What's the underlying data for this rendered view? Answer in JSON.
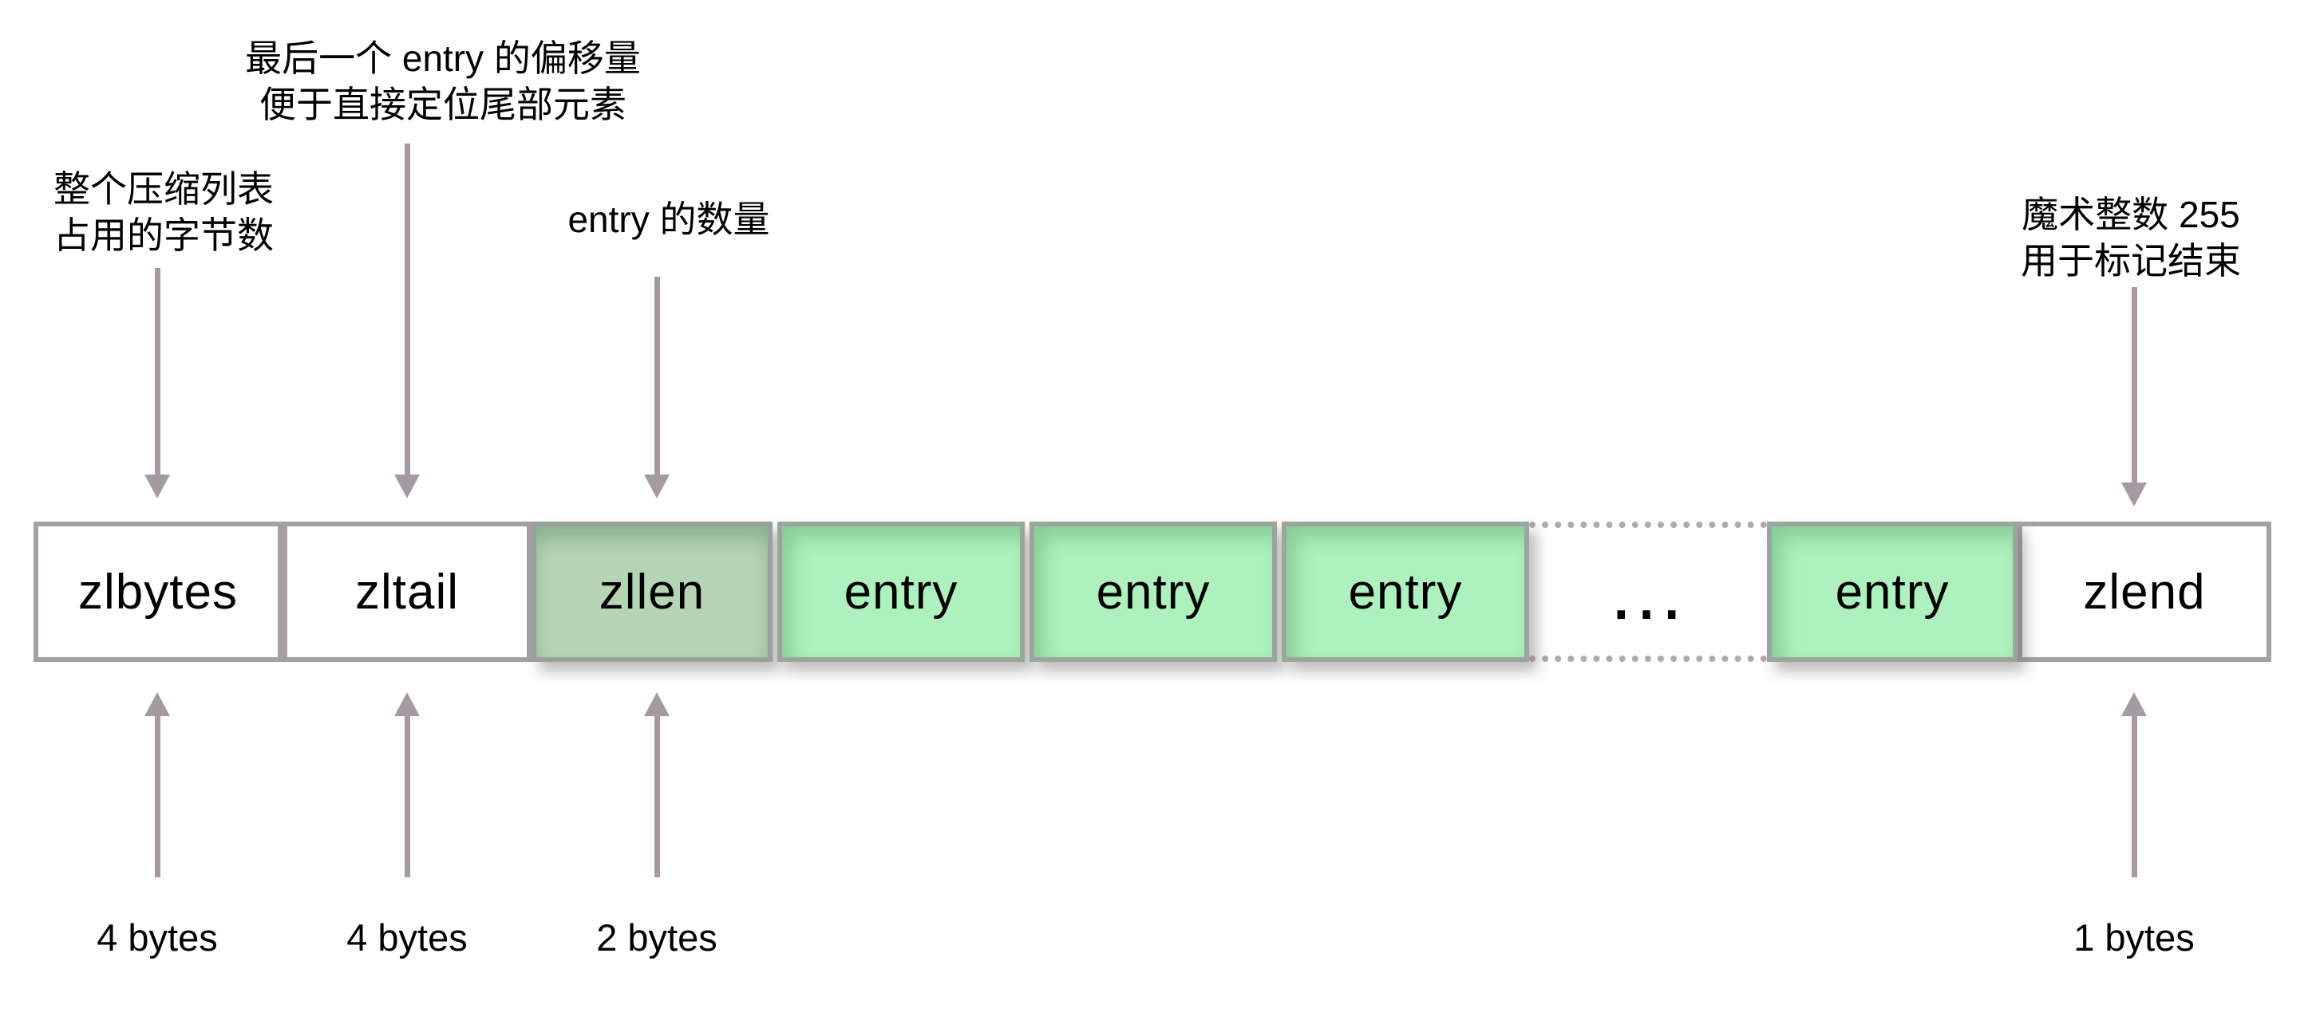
{
  "annotations": {
    "zlbytes": {
      "line1": "整个压缩列表",
      "line2": "占用的字节数"
    },
    "zltail": {
      "line1": "最后一个 entry 的偏移量",
      "line2": "便于直接定位尾部元素"
    },
    "zllen": {
      "line1": "entry 的数量"
    },
    "zlend": {
      "line1": "魔术整数 255",
      "line2": "用于标记结束"
    }
  },
  "boxes": [
    {
      "label": "zlbytes"
    },
    {
      "label": "zltail"
    },
    {
      "label": "zllen"
    },
    {
      "label": "entry"
    },
    {
      "label": "entry"
    },
    {
      "label": "entry"
    },
    {
      "label": "…"
    },
    {
      "label": "entry"
    },
    {
      "label": "zlend"
    }
  ],
  "size_labels": [
    "4 bytes",
    "4 bytes",
    "2 bytes",
    "1 bytes"
  ],
  "colors": {
    "background": "#ffffff",
    "text": "#000000",
    "box_border": "#a79fa6",
    "entry_fill": "#aef0be",
    "zllen_fill": "#b6d5b6",
    "arrow": "#a69aa2",
    "dotted_border": "#b2a8af"
  }
}
